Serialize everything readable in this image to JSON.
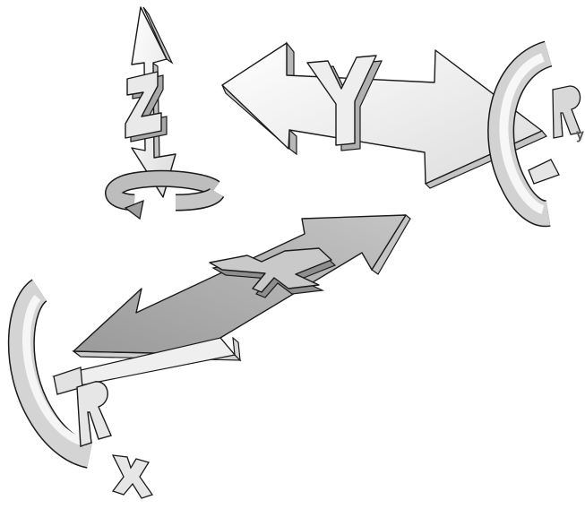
{
  "diagram": {
    "axes": [
      {
        "id": "y",
        "label": "Y"
      },
      {
        "id": "z",
        "label": "Z"
      },
      {
        "id": "x",
        "label": "X"
      }
    ],
    "rotations": [
      {
        "id": "ry",
        "letter": "R",
        "subscript": "y"
      },
      {
        "id": "rx",
        "letter": "R",
        "subscript": "x"
      }
    ]
  },
  "colors": {
    "face": "#f2f2f2",
    "side": "#bdbdbd",
    "shadow": "#8c8c8c",
    "dark_face": "#a9a9a9",
    "stroke": "#1a1a1a"
  }
}
